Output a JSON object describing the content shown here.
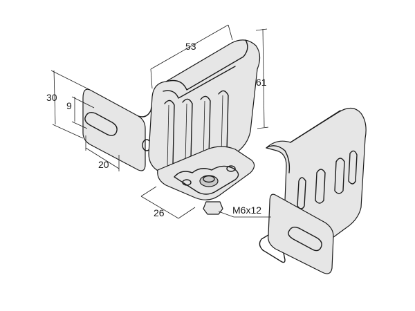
{
  "dimensions": {
    "width_top": "53",
    "height_right": "61",
    "height_left": "30",
    "slot_height": "9",
    "slot_width": "20",
    "depth_bottom": "26",
    "screw": "M6x12"
  }
}
